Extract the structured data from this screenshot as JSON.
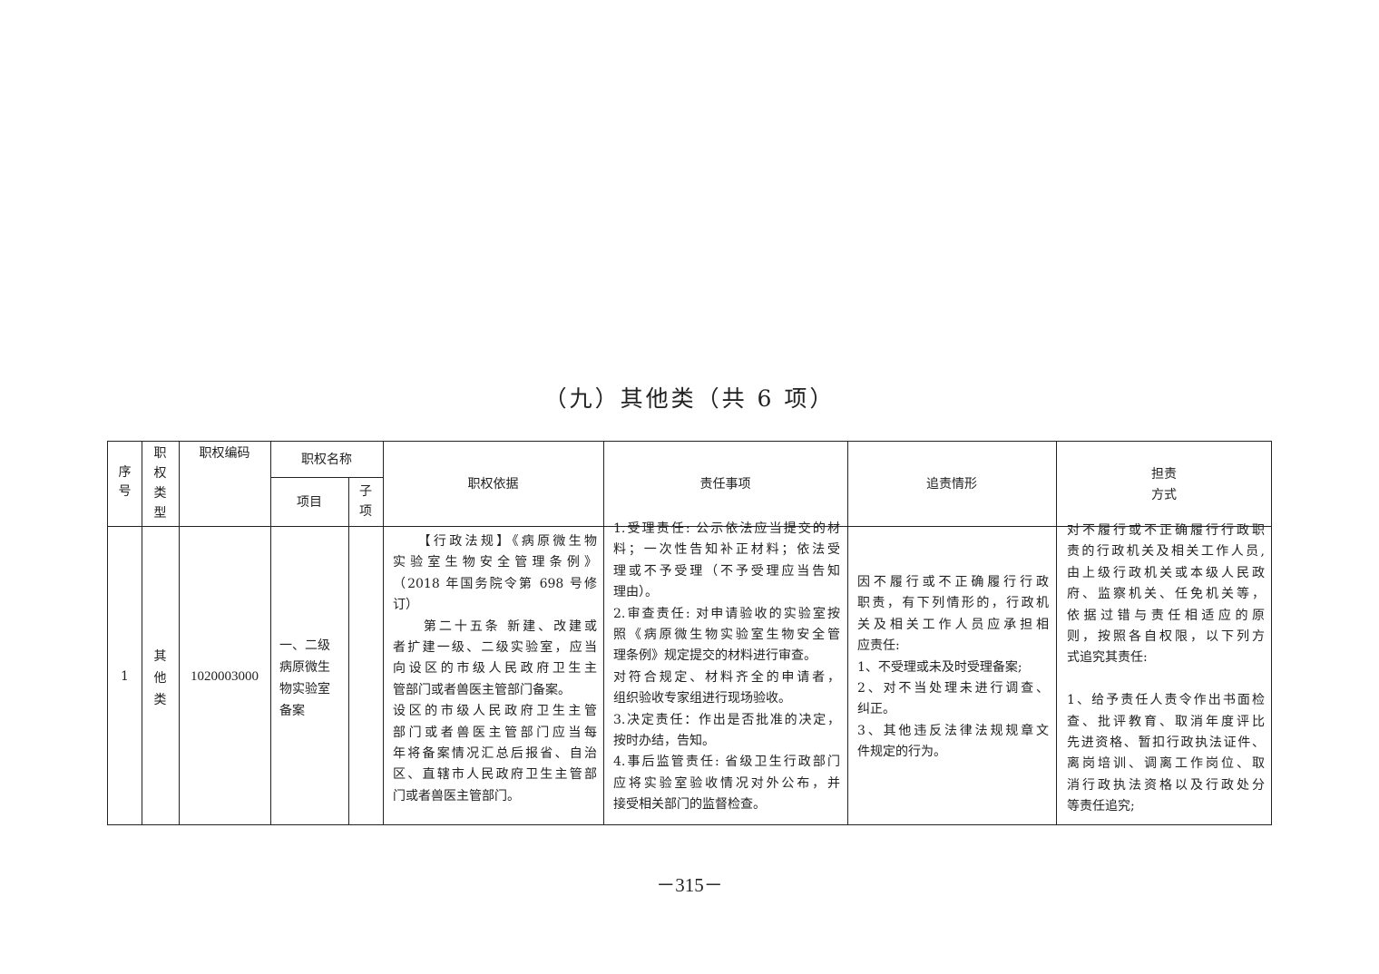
{
  "title": "（九）其他类（共 6 项）",
  "page_number": "－315－",
  "header": {
    "seq": "序\n号",
    "type": "职\n权\n类\n型",
    "code": "职权编码",
    "name": "职权名称",
    "item": "项目",
    "subitem": "子\n项",
    "basis": "职权依据",
    "duties": "责任事项",
    "accountability": "追责情形",
    "method": "担责\n方式"
  },
  "row": {
    "seq": "1",
    "type": "其\n他\n类",
    "code": "1020003000",
    "item": "一、二级\n病原微生\n物实验室\n备案",
    "subitem": "",
    "basis": [
      "　　【行政法规】《病原微生物",
      "实验室生物安全管理条例》",
      "（2018 年国务院令第 698 号修",
      "订）",
      "　　第二十五条 新建、改建或",
      "者扩建一级、二级实验室，应当",
      "向设区的市级人民政府卫生主",
      "管部门或者兽医主管部门备案。",
      "设区的市级人民政府卫生主管",
      "部门或者兽医主管部门应当每",
      "年将备案情况汇总后报省、自治",
      "区、直辖市人民政府卫生主管部",
      "门或者兽医主管部门。"
    ],
    "duties": [
      "1.受理责任: 公示依法应当提交的材",
      "料；一次性告知补正材料；依法受",
      "理或不予受理（不予受理应当告知",
      "理由）。",
      "2.审查责任: 对申请验收的实验室按",
      "照《病原微生物实验室生物安全管",
      "理条例》规定提交的材料进行审查。",
      "对符合规定、材料齐全的申请者，",
      "组织验收专家组进行现场验收。",
      "3.决定责任：作出是否批准的决定，",
      "按时办结，告知。",
      "4.事后监管责任: 省级卫生行政部门",
      "应将实验室验收情况对外公布，并",
      "接受相关部门的监督检查。"
    ],
    "accountability": [
      "因不履行或不正确履行行政",
      "职责，有下列情形的，行政机",
      "关及相关工作人员应承担相",
      "应责任:",
      "1、不受理或未及时受理备案;",
      "2、对不当处理未进行调查、",
      "纠正。",
      "3、其他违反法律法规规章文",
      "件规定的行为。"
    ],
    "method": [
      "对不履行或不正确履行行政职",
      "责的行政机关及相关工作人员,",
      "由上级行政机关或本级人民政",
      "府、监察机关、任免机关等，",
      "依据过错与责任相适应的原",
      "则，按照各自权限，以下列方",
      "式追究其责任:",
      "",
      "1、给予责任人责令作出书面检",
      "查、批评教育、取消年度评比",
      "先进资格、暂扣行政执法证件、",
      "离岗培训、调离工作岗位、取",
      "消行政执法资格以及行政处分",
      "等责任追究;"
    ]
  }
}
